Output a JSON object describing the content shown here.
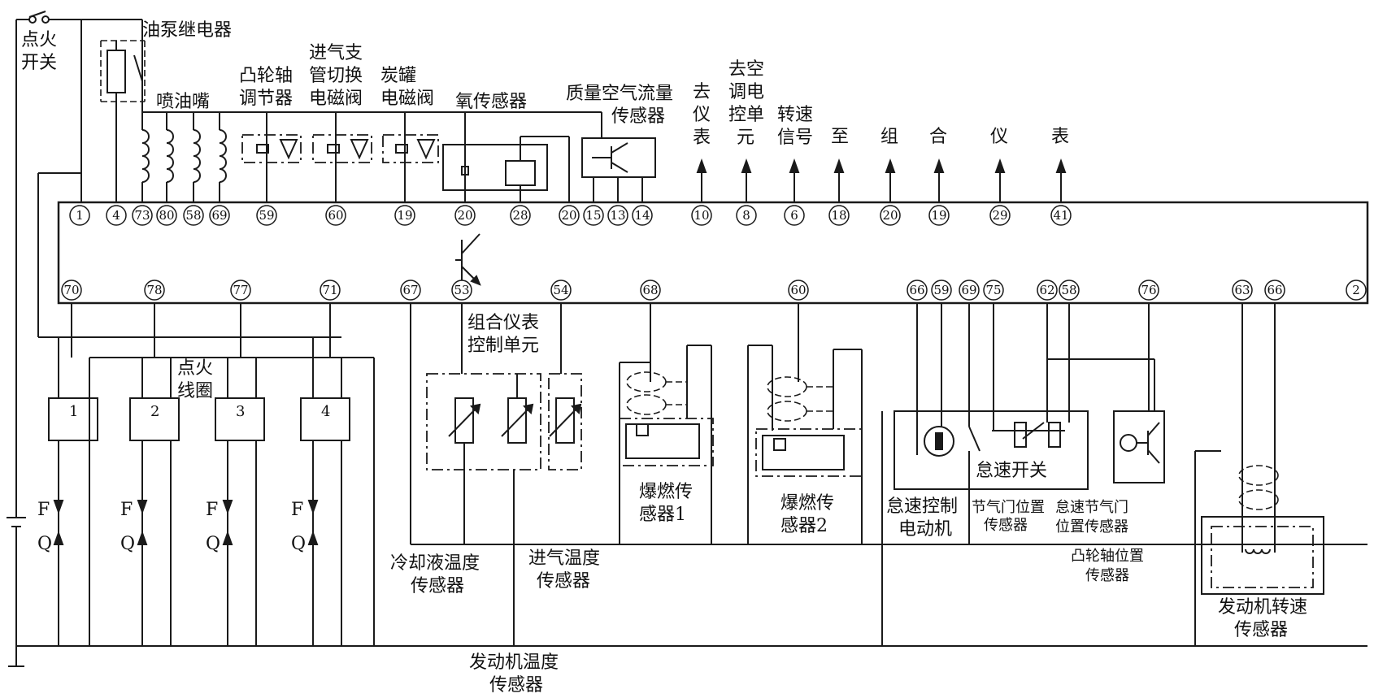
{
  "labels": {
    "ignition_switch": [
      "点火",
      "开关"
    ],
    "fuel_pump_relay": "油泵继电器",
    "injectors": "喷油嘴",
    "cam_adjuster": [
      "凸轮轴",
      "调节器"
    ],
    "intake_manifold_valve": [
      "进气支",
      "管切换",
      "电磁阀"
    ],
    "canister_valve": [
      "炭罐",
      "电磁阀"
    ],
    "oxygen_sensor": "氧传感器",
    "maf_sensor": [
      "质量空气流量",
      "传感器"
    ],
    "to_instrument": [
      "去",
      "仪",
      "表"
    ],
    "to_ac_ecu": [
      "去空",
      "调电",
      "控单",
      "元"
    ],
    "rpm_signal": [
      "转速",
      "信号"
    ],
    "to_cluster_chars": [
      "至",
      "组",
      "合",
      "仪",
      "表"
    ],
    "ignition_coil": [
      "点火",
      "线圈"
    ],
    "cluster_control_unit": [
      "组合仪表",
      "控制单元"
    ],
    "coolant_temp_sensor": [
      "冷却液温度",
      "传感器"
    ],
    "intake_temp_sensor": [
      "进气温度",
      "传感器"
    ],
    "engine_temp_sensor": [
      "发动机温度",
      "传感器"
    ],
    "knock_sensor_1": [
      "爆燃传",
      "感器1"
    ],
    "knock_sensor_2": [
      "爆燃传",
      "感器2"
    ],
    "idle_motor": [
      "怠速控制",
      "电动机"
    ],
    "idle_switch": "怠速开关",
    "throttle_position_sensor": [
      "节气门位置",
      "传感器"
    ],
    "idle_throttle_sensor": [
      "怠速节气门",
      "位置传感器"
    ],
    "cam_position_sensor": [
      "凸轮轴位置",
      "传感器"
    ],
    "engine_speed_sensor": [
      "发动机转速",
      "传感器"
    ],
    "coil_numbers": [
      "1",
      "2",
      "3",
      "4"
    ],
    "F": "F",
    "Q": "Q"
  },
  "top_pins": [
    "1",
    "4",
    "73",
    "80",
    "58",
    "69",
    "59",
    "60",
    "19",
    "20",
    "28",
    "20",
    "15",
    "13",
    "14",
    "10",
    "8",
    "6",
    "18",
    "20",
    "19",
    "29",
    "41"
  ],
  "bottom_pins": [
    "70",
    "78",
    "77",
    "71",
    "67",
    "53",
    "54",
    "68",
    "60",
    "66",
    "59",
    "69",
    "75",
    "62",
    "58",
    "76",
    "63",
    "66",
    "2"
  ]
}
